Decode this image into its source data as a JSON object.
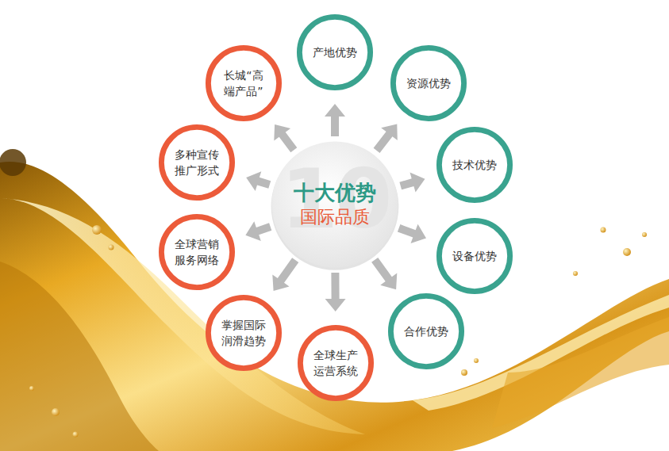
{
  "diagram": {
    "nodes": [
      {
        "text": [
          "十大优势",
          "国际品质"
        ]
      },
      {
        "text": [
          "产地优势"
        ]
      },
      {
        "text": [
          "资源优势"
        ]
      },
      {
        "text": [
          "技术优势"
        ]
      },
      {
        "text": [
          "设备优势"
        ]
      },
      {
        "text": [
          "合作优势"
        ]
      },
      {
        "text": [
          "全球生产运营系统"
        ]
      },
      {
        "text": [
          "掌握国际润滑趋势"
        ]
      },
      {
        "text": [
          "全球营销服务网络"
        ]
      },
      {
        "text": [
          "多种宣传推广形式"
        ]
      },
      {
        "text": [
          "长城“高端产品”"
        ]
      }
    ],
    "edges": [
      {
        "from": 0,
        "to": 1,
        "arrow": "to"
      },
      {
        "from": 0,
        "to": 2,
        "arrow": "to"
      },
      {
        "from": 0,
        "to": 3,
        "arrow": "to"
      },
      {
        "from": 0,
        "to": 4,
        "arrow": "to"
      },
      {
        "from": 0,
        "to": 5,
        "arrow": "to"
      },
      {
        "from": 0,
        "to": 6,
        "arrow": "to"
      },
      {
        "from": 0,
        "to": 7,
        "arrow": "to"
      },
      {
        "from": 0,
        "to": 8,
        "arrow": "to"
      },
      {
        "from": 0,
        "to": 9,
        "arrow": "to"
      },
      {
        "from": 0,
        "to": 10,
        "arrow": "to"
      }
    ],
    "labels": [
      "10"
    ]
  }
}
